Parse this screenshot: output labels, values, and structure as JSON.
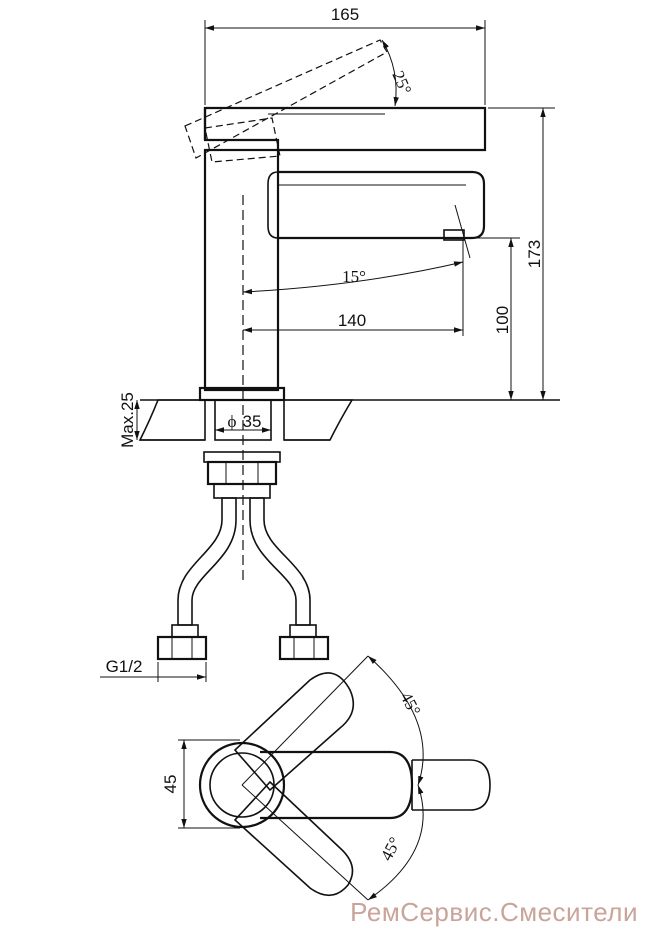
{
  "dimensions": {
    "width_total": "165",
    "lever_tilt": "25°",
    "height_total": "173",
    "spout_angle": "15°",
    "spout_reach": "140",
    "spout_height": "100",
    "max_thickness": "Max.25",
    "mount_diameter": "35",
    "hose_thread": "G1/2",
    "handle_width": "45",
    "rotation_left": "45°",
    "rotation_right": "45°"
  },
  "watermark": "РемСервис.Смесители",
  "colors": {
    "line": "#111111",
    "watermark": "#c8a49a"
  }
}
